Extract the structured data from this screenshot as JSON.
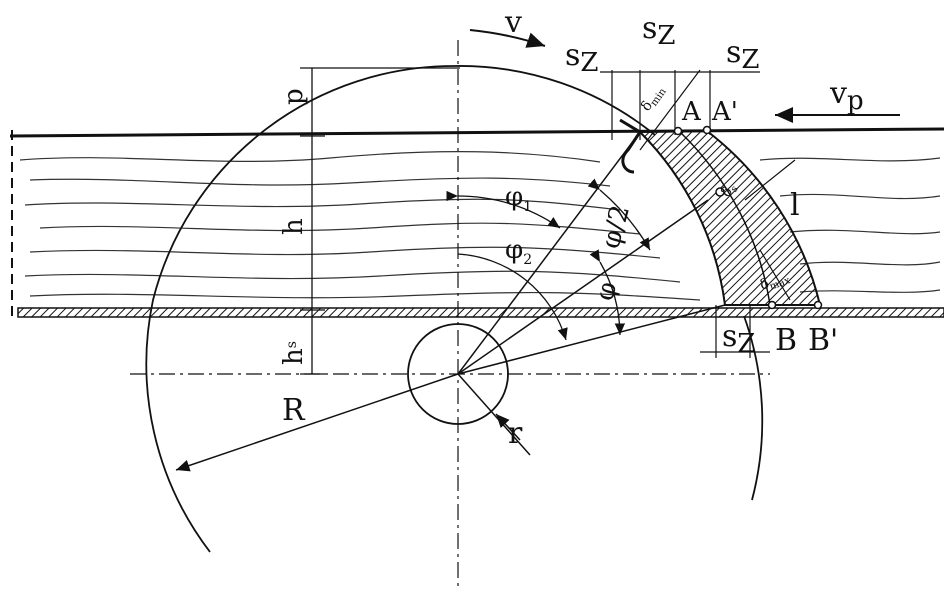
{
  "colors": {
    "ink": "#111111",
    "paper": "#ffffff",
    "grain": "#333333"
  },
  "labels": {
    "v": "v",
    "sz_top_left": "s",
    "sz_top_left_sub": "Z",
    "sz_top_mid": "s",
    "sz_top_mid_sub": "Z",
    "sz_top_right": "s",
    "sz_top_right_sub": "Z",
    "vp": "v",
    "vp_sub": "p",
    "A": "A",
    "A_prime": "A'",
    "delta_min": "δ",
    "delta_min_sub": "min",
    "delta_s": "δ",
    "delta_s_sub": "s",
    "delta_max": "δ",
    "delta_max_sub": "max",
    "l": "l",
    "p": "p",
    "h": "h",
    "hs": "h",
    "hs_sub": "s",
    "phi1": "φ",
    "phi1_sub": "1",
    "phi2": "φ",
    "phi2_sub": "2",
    "phi_half": "φ/2",
    "phi": "φ",
    "sz_bottom": "s",
    "sz_bottom_sub": "Z",
    "B": "B",
    "B_prime": "B'",
    "R": "R",
    "r": "r"
  }
}
